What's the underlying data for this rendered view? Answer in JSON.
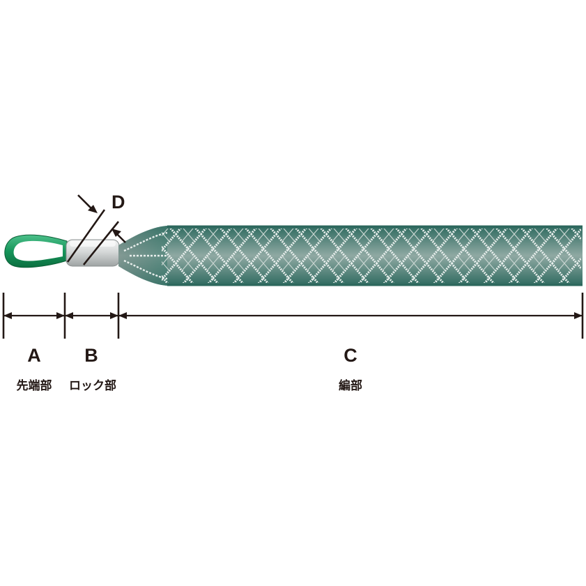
{
  "labels": {
    "d": "D",
    "a": "A",
    "b": "B",
    "c": "C",
    "a_name": "先端部",
    "b_name": "ロック部",
    "c_name": "編部"
  },
  "colors": {
    "eye": "#1e9a5c",
    "mesh": "#3f7a6e",
    "lock": "#c8cbcb",
    "lines": "#231815"
  }
}
